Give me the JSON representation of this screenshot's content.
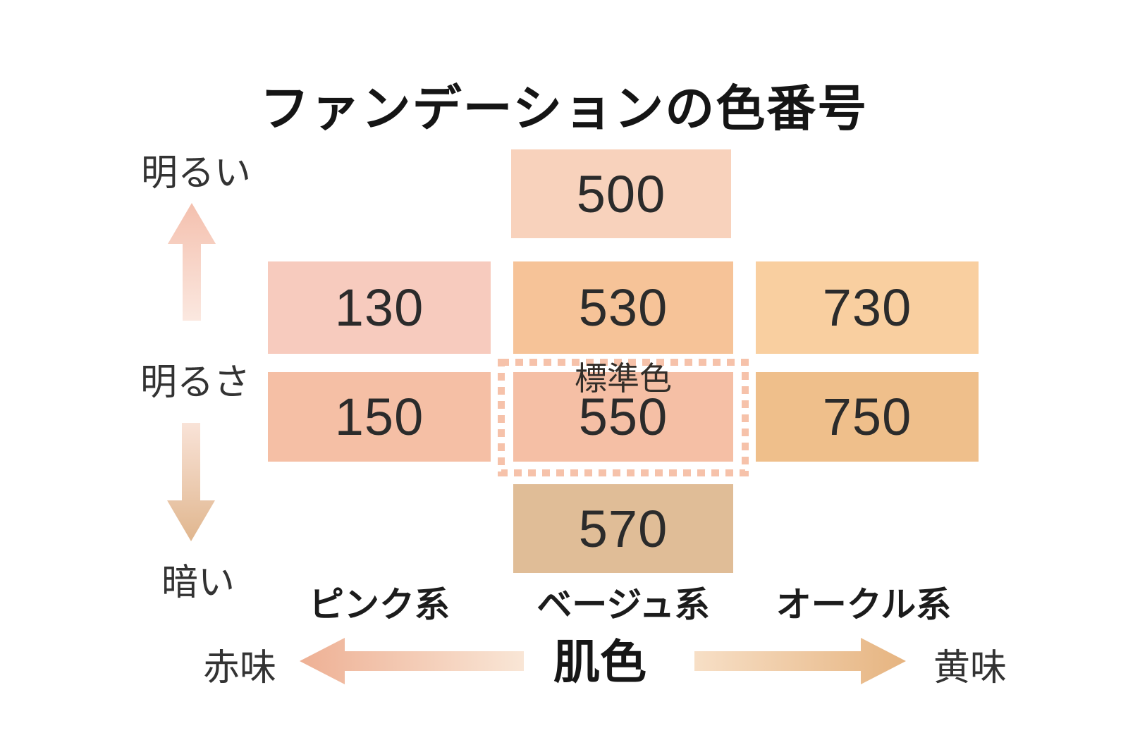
{
  "title": "ファンデーションの色番号",
  "standard_label": "標準色",
  "vertical_axis": {
    "top_label": "明るい",
    "axis_label": "明るさ",
    "bottom_label": "暗い"
  },
  "horizontal_axis": {
    "left_label": "赤味",
    "center_label": "肌色",
    "right_label": "黄味"
  },
  "column_labels": {
    "pink": "ピンク系",
    "beige": "ベージュ系",
    "ochre": "オークル系"
  },
  "shades": {
    "s500": {
      "number": "500",
      "color": "#F8D2BC"
    },
    "s130": {
      "number": "130",
      "color": "#F7CBBE"
    },
    "s530": {
      "number": "530",
      "color": "#F6C398"
    },
    "s730": {
      "number": "730",
      "color": "#F9CFA0"
    },
    "s150": {
      "number": "150",
      "color": "#F5BFA5"
    },
    "s550": {
      "number": "550",
      "color": "#F5BFA5"
    },
    "s750": {
      "number": "750",
      "color": "#EFBF8B"
    },
    "s570": {
      "number": "570",
      "color": "#E0BD97"
    }
  },
  "accents": {
    "dashed_frame": "#F6C2AA",
    "up_arrow": [
      "#F4C0AE",
      "#FBE8E0"
    ],
    "down_arrow": [
      "#F9E3D8",
      "#E0B68E"
    ],
    "left_arrow": [
      "#EEB094",
      "#F9E6D6"
    ],
    "right_arrow": [
      "#F7DFC6",
      "#E6B480"
    ],
    "text": "#2b2b2b"
  }
}
